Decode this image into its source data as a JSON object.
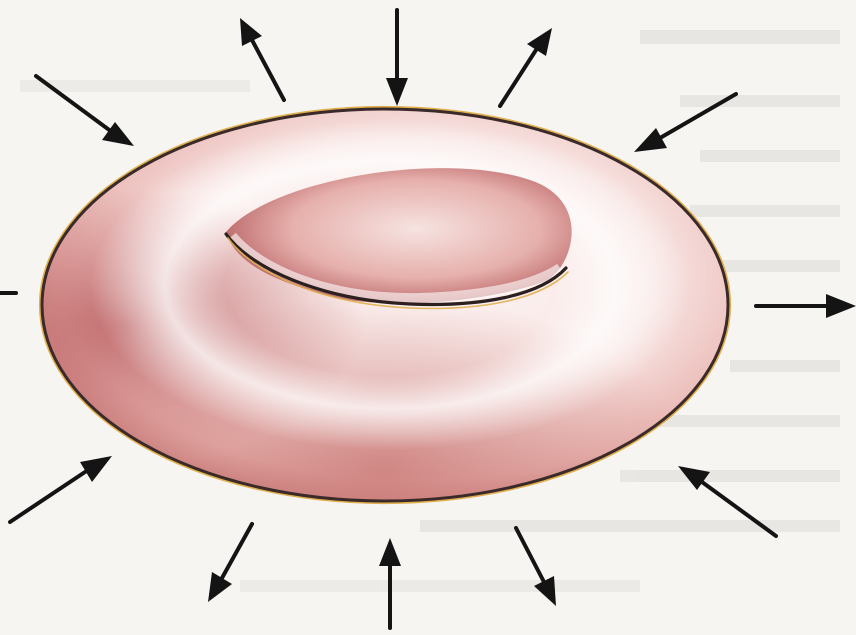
{
  "figure": {
    "subject": "red-blood-cell",
    "colors": {
      "paper": "#f6f5f2",
      "cell_highlight": "#fdf4f3",
      "cell_mid": "#f2d0cc",
      "cell_shadow": "#b85a5c",
      "cell_outline": "#3a2a2a",
      "rim_highlight": "#e0b050",
      "arrow": "#141414",
      "bleed_through_text": "#d8d7d3"
    },
    "arrows": [
      {
        "name": "arrow-top-left-outer",
        "direction": "inward"
      },
      {
        "name": "arrow-top-left",
        "direction": "outward"
      },
      {
        "name": "arrow-top",
        "direction": "inward"
      },
      {
        "name": "arrow-top-right",
        "direction": "outward"
      },
      {
        "name": "arrow-top-right-outer",
        "direction": "inward"
      },
      {
        "name": "arrow-left",
        "direction": "inward"
      },
      {
        "name": "arrow-right",
        "direction": "outward"
      },
      {
        "name": "arrow-bottom-left-outer",
        "direction": "inward"
      },
      {
        "name": "arrow-bottom-left",
        "direction": "outward"
      },
      {
        "name": "arrow-bottom",
        "direction": "inward"
      },
      {
        "name": "arrow-bottom-right",
        "direction": "outward"
      },
      {
        "name": "arrow-bottom-right-outer",
        "direction": "inward"
      }
    ]
  }
}
